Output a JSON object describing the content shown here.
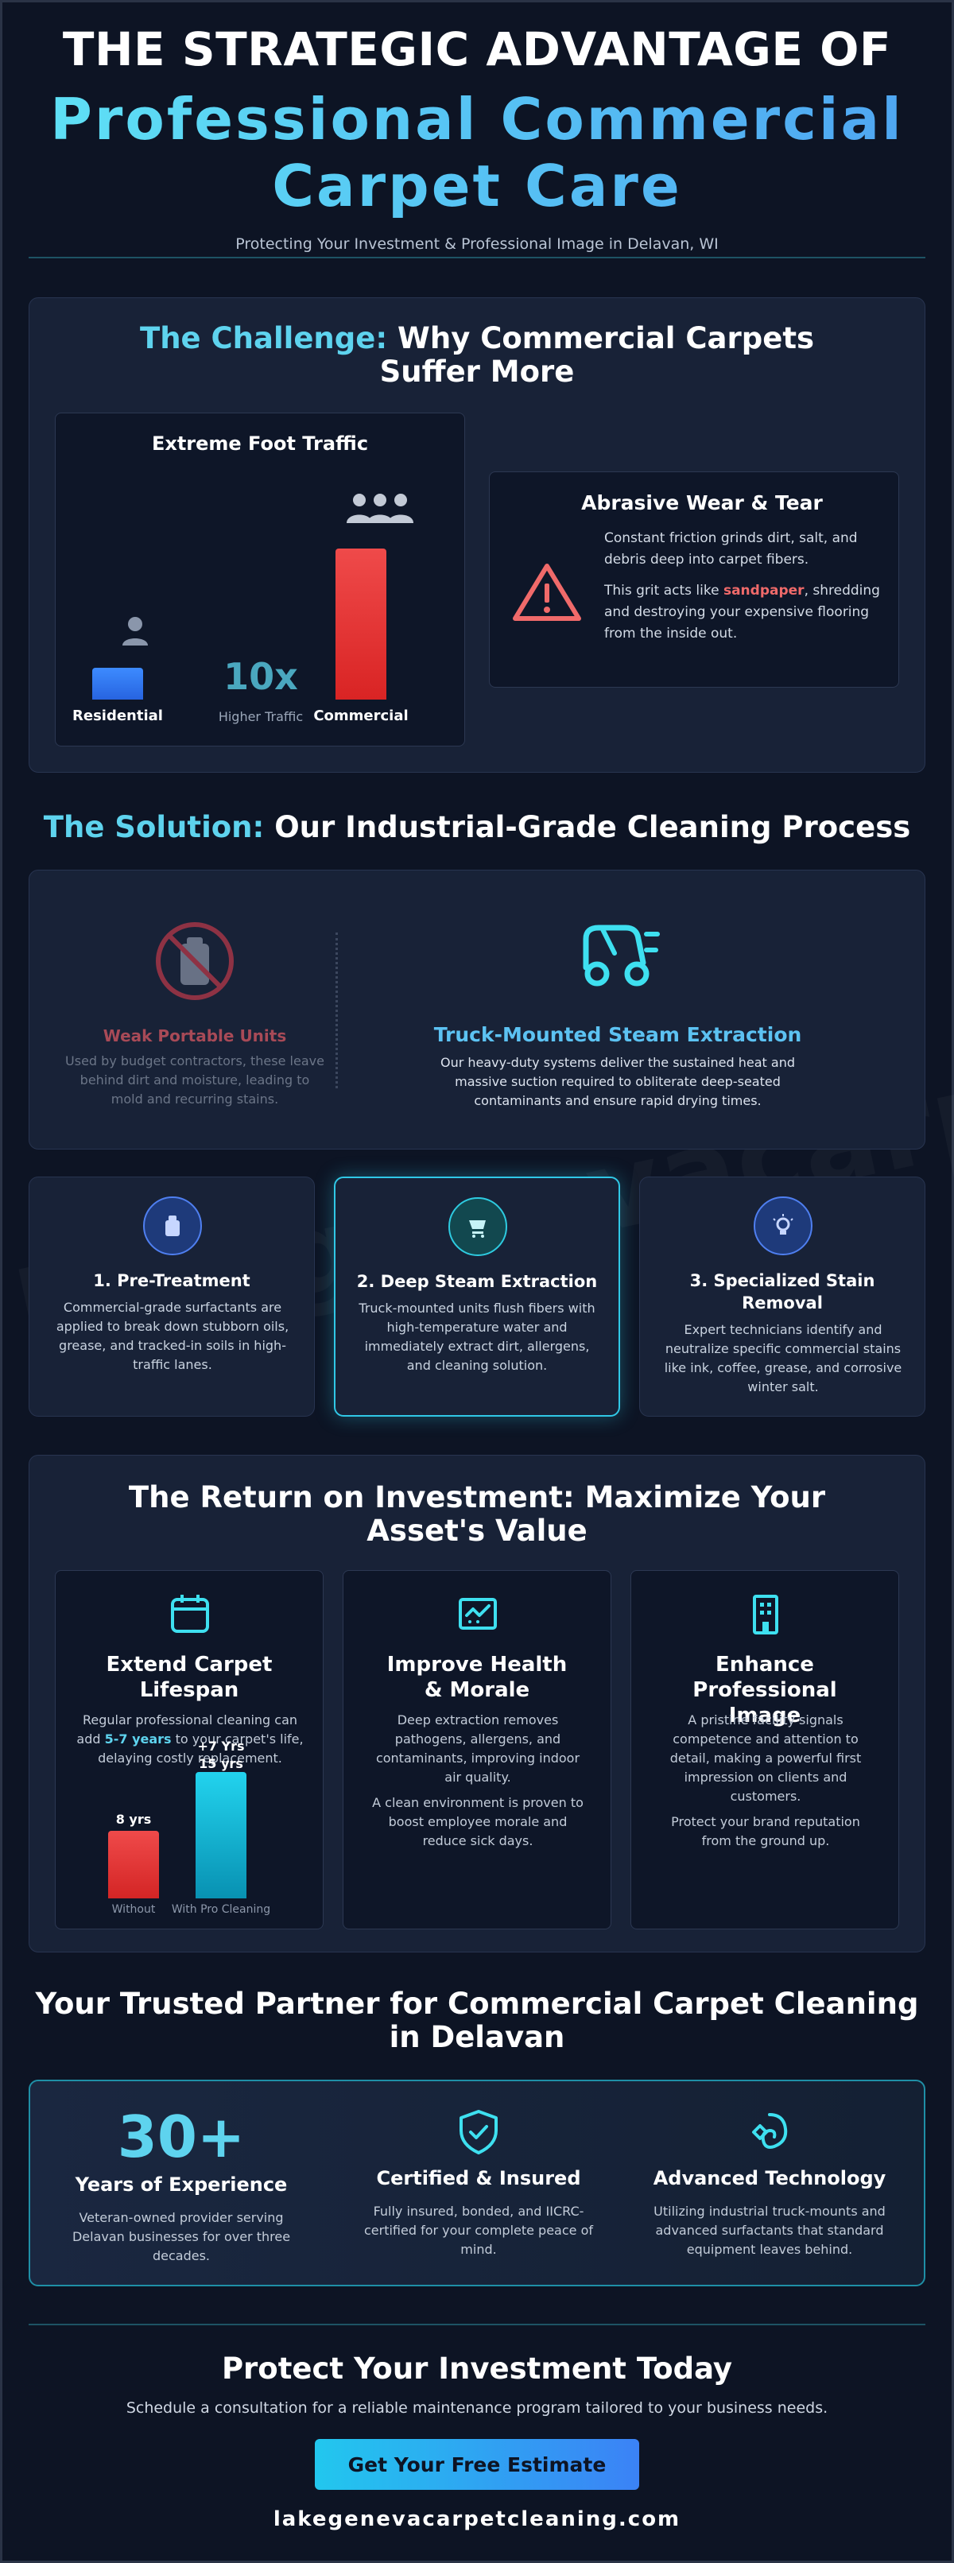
{
  "header": {
    "pre_title": "THE STRATEGIC ADVANTAGE OF",
    "title_line1": "Professional Commercial",
    "title_line2": "Carpet Care",
    "subtitle": "Protecting Your Investment & Professional Image in Delavan, WI"
  },
  "watermark": "lakegenevacarpetcleaning",
  "challenge": {
    "title_accent": "The Challenge:",
    "title_rest": "Why Commercial Carpets Suffer More",
    "traffic_card": {
      "title": "Extreme Foot Traffic",
      "residential_label": "Residential",
      "commercial_label": "Commercial",
      "multiplier": "10x",
      "multiplier_caption": "Higher Traffic"
    },
    "wear_card": {
      "title": "Abrasive Wear & Tear",
      "p1": "Constant friction grinds dirt, salt, and debris deep into carpet fibers.",
      "p2_pre": "This grit acts like ",
      "p2_highlight": "sandpaper",
      "p2_post": ", shredding and destroying your expensive flooring from the inside out."
    }
  },
  "solution": {
    "title_accent": "The Solution:",
    "title_rest": "Our Industrial-Grade Cleaning Process",
    "weak": {
      "title": "Weak Portable Units",
      "text": "Used by budget contractors, these leave behind dirt and moisture, leading to mold and recurring stains."
    },
    "truck": {
      "title": "Truck-Mounted Steam Extraction",
      "text": "Our heavy-duty systems deliver the sustained heat and massive suction required to obliterate deep-seated contaminants and ensure rapid drying times."
    },
    "steps": [
      {
        "title": "1. Pre-Treatment",
        "text": "Commercial-grade surfactants are applied to break down stubborn oils, grease, and tracked-in soils in high-traffic lanes."
      },
      {
        "title": "2. Deep Steam Extraction",
        "text": "Truck-mounted units flush fibers with high-temperature water and immediately extract dirt, allergens, and cleaning solution."
      },
      {
        "title": "3. Specialized Stain Removal",
        "text": "Expert technicians identify and neutralize specific commercial stains like ink, coffee, grease, and corrosive winter salt."
      }
    ]
  },
  "roi": {
    "title": "The Return on Investment: Maximize Your Asset's Value",
    "lifespan": {
      "title": "Extend Carpet Lifespan",
      "text_pre": "Regular professional cleaning can add ",
      "text_highlight": "5-7 years",
      "text_post": " to your carpet's life, delaying costly replacement."
    },
    "health": {
      "title": "Improve Health & Morale",
      "p1": "Deep extraction removes pathogens, allergens, and contaminants, improving indoor air quality.",
      "p2": "A clean environment is proven to boost employee morale and reduce sick days."
    },
    "image": {
      "title": "Enhance Professional Image",
      "p1": "A pristine facility signals competence and attention to detail, making a powerful first impression on clients and customers.",
      "p2": "Protect your brand reputation from the ground up."
    }
  },
  "chart_data": [
    {
      "type": "bar",
      "categories": [
        "Residential",
        "Commercial"
      ],
      "values": [
        1,
        10
      ],
      "annotations": [
        "10x",
        "Higher Traffic"
      ]
    },
    {
      "type": "bar",
      "categories": [
        "Without",
        "With Pro Cleaning"
      ],
      "values": [
        8,
        15
      ],
      "data_labels": [
        "8 yrs",
        "15 yrs"
      ],
      "annotations": [
        "+7 Yrs"
      ]
    }
  ],
  "partner": {
    "title": "Your Trusted Partner for Commercial Carpet Cleaning in Delavan",
    "experience_number": "30+",
    "experience_title": "Years of Experience",
    "experience_text": "Veteran-owned provider serving Delavan businesses for over three decades.",
    "certified_title": "Certified & Insured",
    "certified_text": "Fully insured, bonded, and IICRC-certified for your complete peace of mind.",
    "tech_title": "Advanced Technology",
    "tech_text": "Utilizing industrial truck-mounts and advanced surfactants that standard equipment leaves behind."
  },
  "cta": {
    "title": "Protect Your Investment Today",
    "text": "Schedule a consultation for a reliable maintenance program tailored to your business needs.",
    "button": "Get Your Free Estimate",
    "domain": "lakegenevacarpetcleaning.com"
  },
  "colors": {
    "background": "#0d1424",
    "accent_cyan": "#5ed3ee",
    "alert_red": "#ef4444",
    "blue": "#3b82f6"
  }
}
